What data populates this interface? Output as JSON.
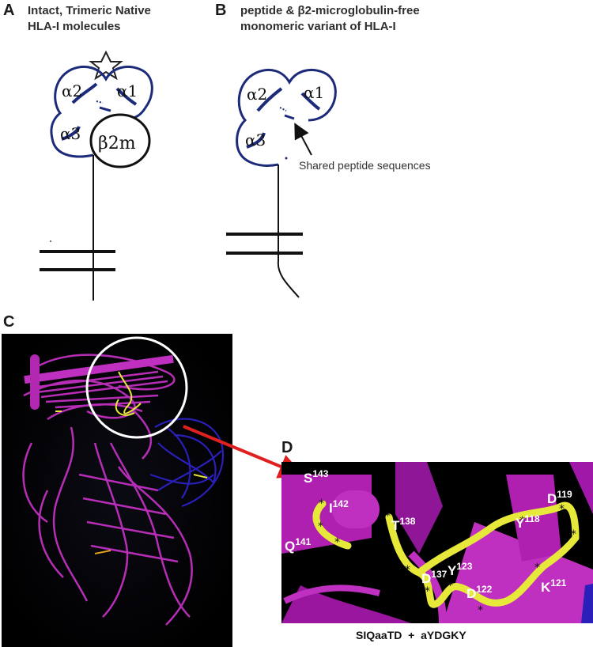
{
  "panel_a": {
    "letter": "A",
    "heading_line1": "Intact, Trimeric Native",
    "heading_line2": "HLA-I molecules",
    "domains": {
      "a2": "α2",
      "a1": "α1",
      "a3": "α3",
      "b2m": "β2m"
    }
  },
  "panel_b": {
    "letter": "B",
    "heading_line1": "peptide & β2-microglobulin-free",
    "heading_line2": "monomeric variant of HLA-I",
    "domains": {
      "a2": "α2",
      "a1": "α1",
      "a3": "α3"
    },
    "annotation": "Shared peptide sequences"
  },
  "panel_c": {
    "letter": "C"
  },
  "panel_d": {
    "letter": "D",
    "residues": [
      {
        "name": "S",
        "num": "143"
      },
      {
        "name": "I",
        "num": "142"
      },
      {
        "name": "Q",
        "num": "141"
      },
      {
        "name": "T",
        "num": "138"
      },
      {
        "name": "D",
        "num": "137"
      },
      {
        "name": "Y",
        "num": "123"
      },
      {
        "name": "D",
        "num": "122"
      },
      {
        "name": "K",
        "num": "121"
      },
      {
        "name": "Y",
        "num": "118"
      },
      {
        "name": "D",
        "num": "119"
      }
    ],
    "caption": "SIQaaTD  +  aYDGKY"
  },
  "colors": {
    "outline_blue": "#1c2a7a",
    "magenta": "#c030c0",
    "blue_chain": "#2a1fb8",
    "yellow": "#e6e83a",
    "arrow_red": "#e02020"
  }
}
